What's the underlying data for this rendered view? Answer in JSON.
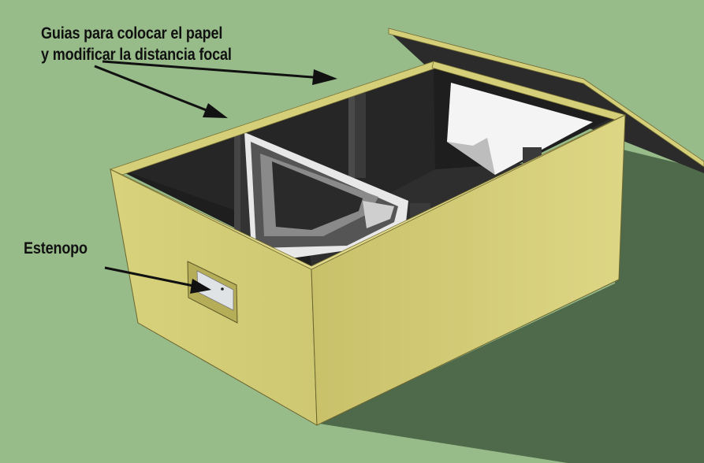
{
  "labels": {
    "guides_line1": "Guias para colocar el papel",
    "guides_line2": "y modificar la distancia focal",
    "pinhole": "Estenopo"
  },
  "colors": {
    "background": "#98bb8a",
    "box_wood": "#d6cf79",
    "box_wood_dark": "#bdb55e",
    "box_interior": "#1e1e1e",
    "shadow": "#4f6a4a",
    "arrow": "#111111"
  }
}
